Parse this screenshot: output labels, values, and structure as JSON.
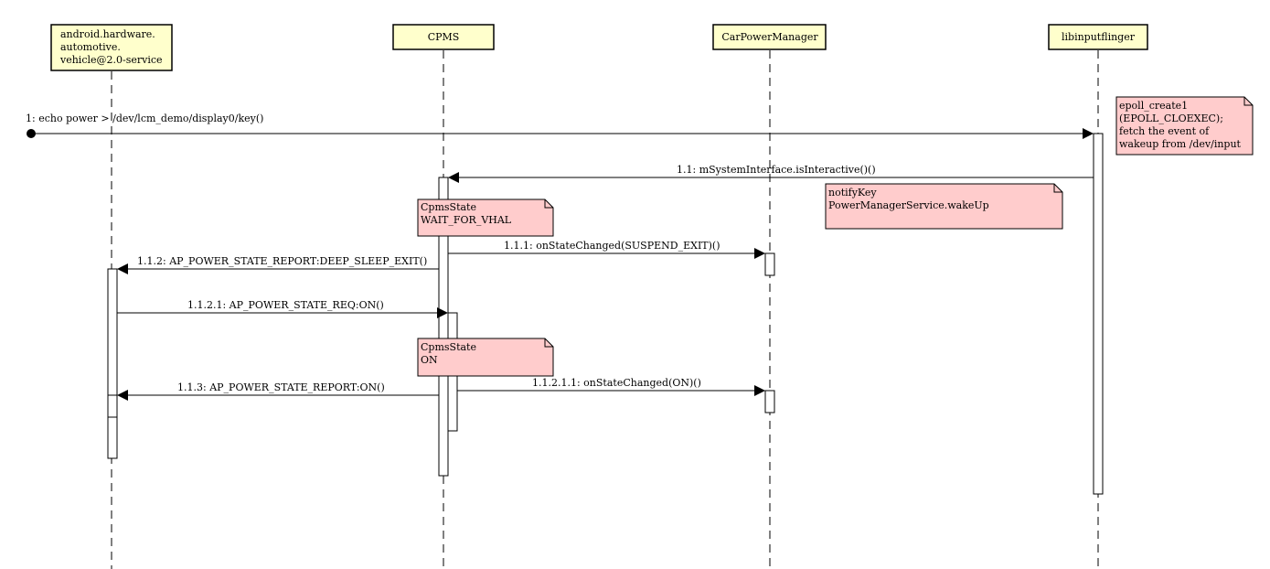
{
  "participants": [
    {
      "id": "vhal",
      "lines": [
        "android.hardware.",
        "automotive.",
        "vehicle@2.0-service"
      ]
    },
    {
      "id": "cpms",
      "lines": [
        "CPMS"
      ]
    },
    {
      "id": "cpm",
      "lines": [
        "CarPowerManager"
      ]
    },
    {
      "id": "lif",
      "lines": [
        "libinputflinger"
      ]
    }
  ],
  "messages": [
    {
      "id": "m1",
      "label": "1: echo power > /dev/lcm_demo/display0/key()"
    },
    {
      "id": "m2",
      "label": "1.1: mSystemInterface.isInteractive()()"
    },
    {
      "id": "m3",
      "label": "1.1.1: onStateChanged(SUSPEND_EXIT)()"
    },
    {
      "id": "m4",
      "label": "1.1.2: AP_POWER_STATE_REPORT:DEEP_SLEEP_EXIT()"
    },
    {
      "id": "m5",
      "label": "1.1.2.1: AP_POWER_STATE_REQ:ON()"
    },
    {
      "id": "m6",
      "label": "1.1.2.1.1: onStateChanged(ON)()"
    },
    {
      "id": "m7",
      "label": "1.1.3: AP_POWER_STATE_REPORT:ON()"
    }
  ],
  "notes": [
    {
      "id": "n1",
      "lines": [
        "epoll_create1",
        "(EPOLL_CLOEXEC);",
        "fetch the event of",
        "wakeup from /dev/input"
      ]
    },
    {
      "id": "n2",
      "lines": [
        "notifyKey",
        "PowerManagerService.wakeUp"
      ]
    },
    {
      "id": "n3",
      "lines": [
        "CpmsState",
        "WAIT_FOR_VHAL"
      ]
    },
    {
      "id": "n4",
      "lines": [
        "CpmsState",
        "ON"
      ]
    }
  ],
  "colors": {
    "participant_fill": "#ffffcc",
    "note_fill": "#ffcccc",
    "line": "#000000"
  }
}
